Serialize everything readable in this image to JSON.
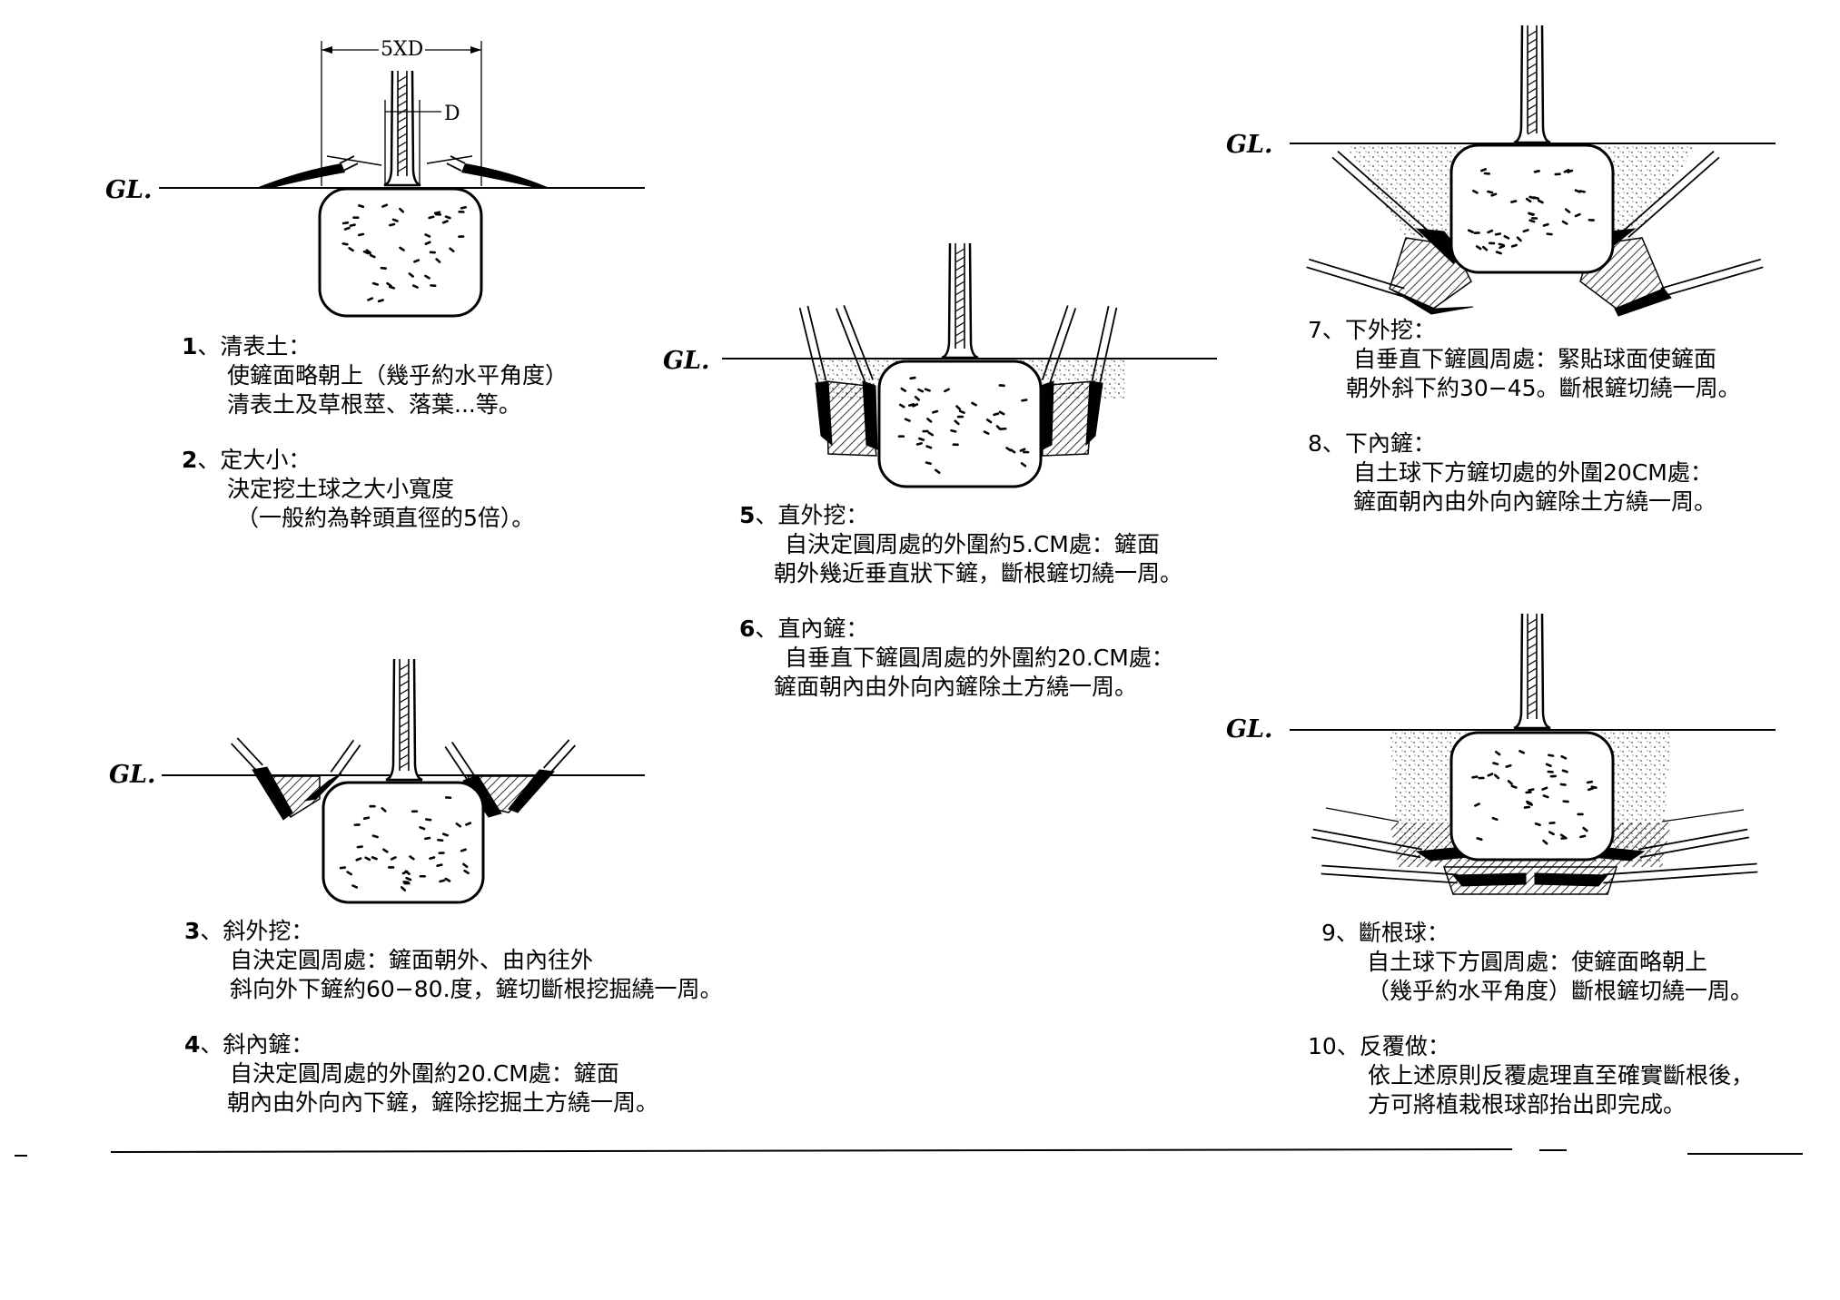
{
  "ground_label": "GL.",
  "dimensions": {
    "ball_width": "5XD",
    "trunk_diameter": "D"
  },
  "steps": [
    {
      "num": "1",
      "sep": "、",
      "title": "清表土：",
      "lines": [
        "使鏟面略朝上（幾乎約水平角度）",
        "清表土及草根莖、落葉...等。"
      ]
    },
    {
      "num": "2",
      "sep": "、",
      "title": "定大小：",
      "lines": [
        "決定挖土球之大小寬度",
        "（一般約為幹頭直徑的5倍）。"
      ]
    },
    {
      "num": "3",
      "sep": "、",
      "title": "斜外挖：",
      "lines": [
        "自決定圓周處：鏟面朝外、由內往外",
        "斜向外下鏟約60−80.度，鏟切斷根挖掘繞一周。"
      ]
    },
    {
      "num": "4",
      "sep": "、",
      "title": "斜內鏟：",
      "lines": [
        "自決定圓周處的外圍約20.CM處：鏟面",
        "朝內由外向內下鏟，鏟除挖掘土方繞一周。"
      ]
    },
    {
      "num": "5",
      "sep": "、",
      "title": "直外挖：",
      "lines": [
        "自決定圓周處的外圍約5.CM處：鏟面",
        "朝外幾近垂直狀下鏟，斷根鏟切繞一周。"
      ]
    },
    {
      "num": "6",
      "sep": "、",
      "title": "直內鏟：",
      "lines": [
        "自垂直下鏟圓周處的外圍約20.CM處：",
        "鏟面朝內由外向內鏟除土方繞一周。"
      ]
    },
    {
      "num": "7",
      "sep": "、",
      "title": "下外挖：",
      "lines": [
        "自垂直下鏟圓周處：緊貼球面使鏟面",
        "朝外斜下約30−45。斷根鏟切繞一周。"
      ]
    },
    {
      "num": "8",
      "sep": "、",
      "title": "下內鏟：",
      "lines": [
        "自土球下方鏟切處的外圍20CM處：",
        "鏟面朝內由外向內鏟除土方繞一周。"
      ]
    },
    {
      "num": "9",
      "sep": "、",
      "title": "斷根球：",
      "lines": [
        "自土球下方圓周處：使鏟面略朝上",
        "（幾乎約水平角度）斷根鏟切繞一周。"
      ]
    },
    {
      "num": "10",
      "sep": "、",
      "title": "反覆做：",
      "lines": [
        "依上述原則反覆處理直至確實斷根後，",
        "方可將植栽根球部抬出即完成。"
      ]
    }
  ]
}
